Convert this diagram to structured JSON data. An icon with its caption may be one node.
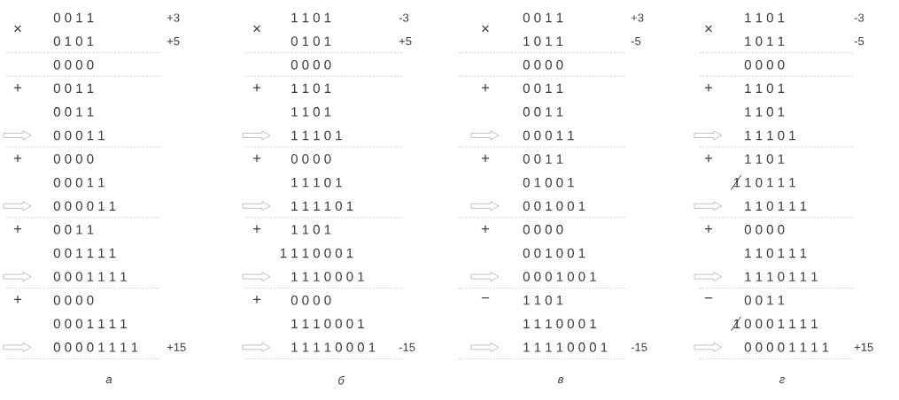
{
  "diagram": {
    "labels": [
      "×",
      "0 0 1 1",
      "+3",
      "0 1 0 1",
      "+5",
      "0 0 0 0",
      "+",
      "0 0 1 1",
      "0 0 1 1",
      "0 0 0 1 1",
      "+",
      "0 0 0 0",
      "0 0 0 1 1",
      "0 0 0 0 1 1",
      "+",
      "0 0 1 1",
      "0 0 1 1 1 1",
      "0 0 0 1 1 1 1",
      "+",
      "0 0 0 0",
      "0 0 0 1 1 1 1",
      "0 0 0 0 1 1 1 1",
      "+15",
      "а",
      "×",
      "1 1 0 1",
      "-3",
      "0 1 0 1",
      "+5",
      "0 0 0 0",
      "+",
      "1 1 0 1",
      "1 1 0 1",
      "1 1 1 0 1",
      "+",
      "0 0 0 0",
      "1 1 1 0 1",
      "1 1 1 1 0 1",
      "+",
      "1 1 0 1",
      "1 1 1 0 0 0 1",
      "1 1 1 0 0 0 1",
      "+",
      "0 0 0 0",
      "1 1 1 0 0 0 1",
      "1 1 1 1 0 0 0 1",
      "-15",
      "б",
      "×",
      "0 0 1 1",
      "+3",
      "1 0 1 1",
      "-5",
      "0 0 0 0",
      "+",
      "0 0 1 1",
      "0 0 1 1",
      "0 0 0 1 1",
      "+",
      "0 0 1 1",
      "0 1 0 0 1",
      "0 0 1 0 0 1",
      "+",
      "0 0 0 0",
      "0 0 1 0 0 1",
      "0 0 0 1 0 0 1",
      "−",
      "1 1 0 1",
      "1 1 1 0 0 0 1",
      "1 1 1 1 0 0 0 1",
      "-15",
      "в",
      "×",
      "1 1 0 1",
      "-3",
      "1 0 1 1",
      "-5",
      "0 0 0 0",
      "+",
      "1 1 0 1",
      "1 1 0 1",
      "1 1 1 0 1",
      "+",
      "1 1 0 1",
      "1",
      "1 0 1 1 1",
      "1 1 0 1 1 1",
      "+",
      "0 0 0 0",
      "1 1 0 1 1 1",
      "1 1 1 0 1 1 1",
      "−",
      "0 0 1 1",
      "1",
      "0 0 0 1 1 1 1",
      "0 0 0 0 1 1 1 1",
      "+15",
      "г"
    ]
  }
}
